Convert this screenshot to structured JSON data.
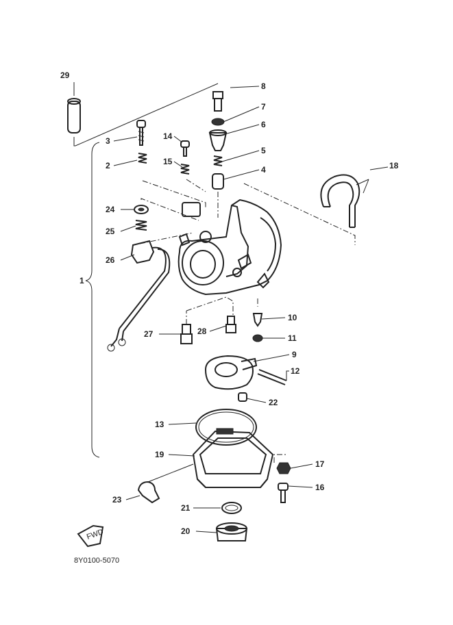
{
  "callouts": [
    "1",
    "2",
    "3",
    "4",
    "5",
    "6",
    "7",
    "8",
    "9",
    "10",
    "11",
    "12",
    "13",
    "14",
    "15",
    "16",
    "17",
    "18",
    "19",
    "20",
    "21",
    "22",
    "23",
    "24",
    "25",
    "26",
    "27",
    "28",
    "29"
  ],
  "diagram_code": "8Y0100-5070",
  "front_mark": "FWD"
}
